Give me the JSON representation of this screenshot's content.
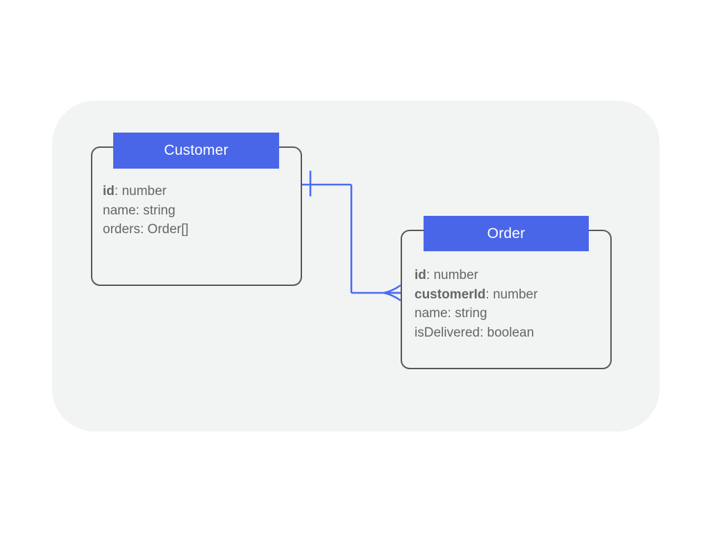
{
  "diagram": {
    "type": "entity-relationship-diagram",
    "background_color": "#ffffff",
    "panel_color": "#f2f3f3",
    "accent_color": "#4a66e8",
    "line_color": "#4a6cf0",
    "border_color": "#575757",
    "field_text_color": "#666666",
    "title_text_color": "#ffffff"
  },
  "entities": [
    {
      "name": "Customer",
      "title": "Customer",
      "fields": [
        {
          "key": "id",
          "separator": ": ",
          "type": "number",
          "bold": true
        },
        {
          "key": "name",
          "separator": ": ",
          "type": "string",
          "bold": false
        },
        {
          "key": "orders",
          "separator": ": ",
          "type": "Order[]",
          "bold": false
        }
      ]
    },
    {
      "name": "Order",
      "title": "Order",
      "fields": [
        {
          "key": "id",
          "separator": ": ",
          "type": "number",
          "bold": true
        },
        {
          "key": "customerId",
          "separator": ": ",
          "type": "number",
          "bold": true
        },
        {
          "key": "name",
          "separator": ": ",
          "type": "string",
          "bold": false
        },
        {
          "key": "isDelivered",
          "separator": ": ",
          "type": "boolean",
          "bold": false
        }
      ]
    }
  ],
  "relationship": {
    "from": "Customer",
    "to": "Order",
    "from_cardinality": "one",
    "to_cardinality": "many",
    "notation": "crows-foot"
  }
}
